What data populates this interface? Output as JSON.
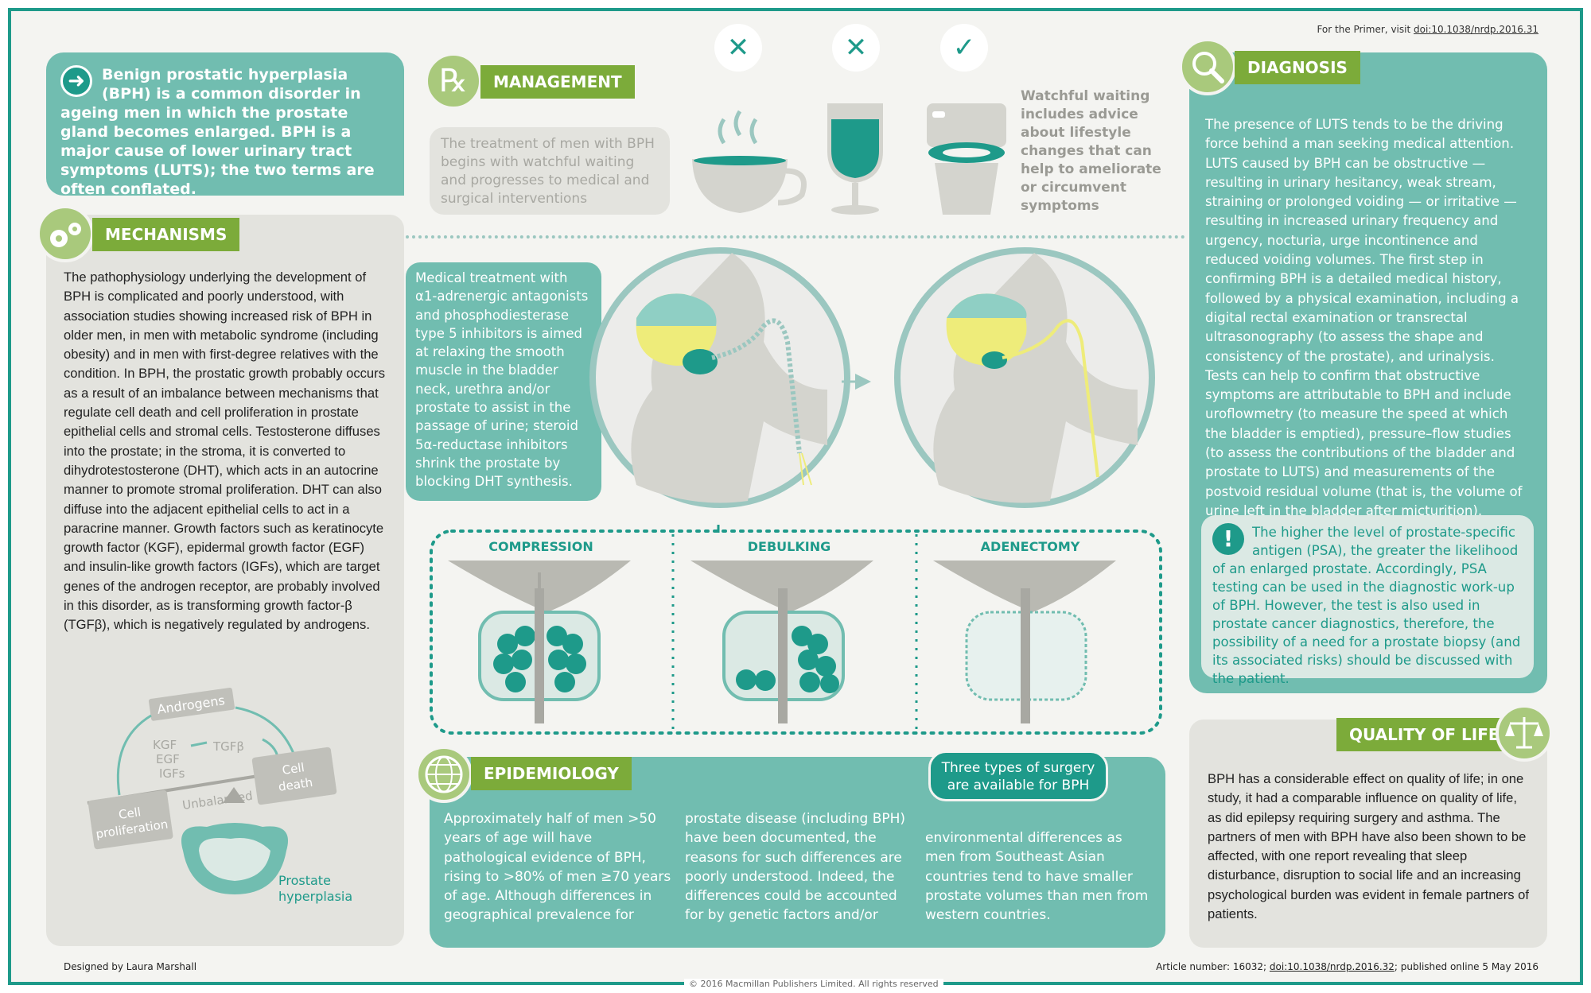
{
  "header": {
    "primer_prefix": "For the Primer, visit ",
    "primer_doi": "doi:10.1038/nrdp.2016.31"
  },
  "intro": {
    "text": "Benign prostatic hyperplasia (BPH) is a common disorder in ageing men in which the prostate gland becomes enlarged. BPH is a major cause of lower urinary tract symptoms (LUTS); the two terms are often conflated."
  },
  "mechanisms": {
    "title": "MECHANISMS",
    "text": "The pathophysiology underlying the development of BPH is complicated and poorly understood, with association studies showing increased risk of BPH in older men, in men with metabolic syndrome (including obesity) and in men with first-degree relatives with the condition. In BPH, the prostatic growth probably occurs as a result of an imbalance between mechanisms that regulate cell death and cell proliferation in prostate epithelial cells and stromal cells. Testosterone diffuses into the prostate; in the stroma, it is converted to dihydrotestosterone (DHT), which acts in an autocrine manner to promote stromal proliferation. DHT can also diffuse into the adjacent epithelial cells to act in a paracrine manner. Growth factors such as keratinocyte growth factor (KGF), epidermal growth factor (EGF) and insulin-like growth factors (IGFs), which are target genes of the androgen receptor, are probably involved in this disorder, as is transforming growth factor-β (TGFβ), which is negatively regulated by androgens.",
    "diagram": {
      "androgens": "Androgens",
      "kgf": "KGF",
      "egf": "EGF",
      "igfs": "IGFs",
      "tgfb": "TGFβ",
      "cell_proliferation_1": "Cell",
      "cell_proliferation_2": "proliferation",
      "cell_death_1": "Cell",
      "cell_death_2": "death",
      "unbalanced": "Unbalanced",
      "prostate_1": "Prostate",
      "prostate_2": "hyperplasia"
    }
  },
  "management": {
    "title": "MANAGEMENT",
    "text": "The treatment of men with BPH begins with watchful waiting and progresses to medical and surgical interventions",
    "watchful": "Watchful waiting includes advice about lifestyle changes that can help to ameliorate or circumvent symptoms",
    "icons": [
      "cross-icon",
      "cross-icon",
      "check-icon"
    ],
    "medical": "Medical treatment with α1-adrenergic antagonists and phosphodiesterase type 5 inhibitors is aimed at relaxing the smooth muscle in the bladder neck, urethra and/or prostate to assist in the passage of urine; steroid 5α-reductase inhibitors shrink the prostate by blocking DHT synthesis.",
    "surgeries": [
      "COMPRESSION",
      "DEBULKING",
      "ADENECTOMY"
    ],
    "surgery_note": "Three types of surgery are available for BPH"
  },
  "diagnosis": {
    "title": "DIAGNOSIS",
    "text": "The presence of LUTS tends to be the driving force behind a man seeking medical attention. LUTS caused by BPH can be obstructive — resulting in urinary hesitancy, weak stream, straining or prolonged voiding — or irritative — resulting in increased urinary frequency and urgency, nocturia, urge incontinence and reduced voiding volumes. The first step in confirming BPH is a detailed medical history, followed by a physical examination, including a digital rectal examination or transrectal ultrasonography (to assess the shape and consistency of the prostate), and urinalysis. Tests can help to confirm that obstructive symptoms are attributable to BPH and include uroflowmetry (to measure the speed at which the bladder is emptied), pressure–flow studies (to assess the contributions of the bladder and prostate to LUTS) and measurements of the postvoid residual volume (that is, the volume of urine left in the bladder after micturition).",
    "psa": "The higher the level of prostate-specific antigen (PSA), the greater the likelihood of an enlarged prostate. Accordingly, PSA testing can be used in the diagnostic work-up of BPH. However, the test is also used in prostate cancer diagnostics, therefore, the possibility of a need for a prostate biopsy (and its associated risks) should be discussed with the patient."
  },
  "quality": {
    "title": "QUALITY OF LIFE",
    "text": "BPH has a considerable effect on quality of life; in one study, it had a comparable influence on quality of life, as did epilepsy requiring surgery and asthma. The partners of men with BPH have also been shown to be affected, with one report revealing that sleep disturbance, disruption to social life and an increasing psychological burden was evident in female partners of patients."
  },
  "epidemiology": {
    "title": "EPIDEMIOLOGY",
    "col1": "Approximately half of men >50 years of age will have pathological evidence of BPH, rising to >80% of men ≥70 years of age. Although differences in geographical prevalence for",
    "col2": "prostate disease (including BPH) have been documented, the reasons for such differences are poorly understood. Indeed, the differences could be accounted for by genetic factors and/or",
    "col3": "environmental differences as men from Southeast Asian countries tend to have smaller prostate volumes than men from western countries."
  },
  "footer": {
    "designer": "Designed by Laura Marshall",
    "article_prefix": "Article number: 16032; ",
    "article_doi": "doi:10.1038/nrdp.2016.32",
    "article_suffix": "; published online 5 May 2016",
    "copyright": "© 2016 Macmillan Publishers Limited. All rights reserved"
  },
  "colors": {
    "teal_dark": "#1e9a8a",
    "teal_light": "#71bdb0",
    "green": "#7cab3a",
    "grey_panel": "#e3e3de",
    "yellow": "#eeec7a"
  }
}
